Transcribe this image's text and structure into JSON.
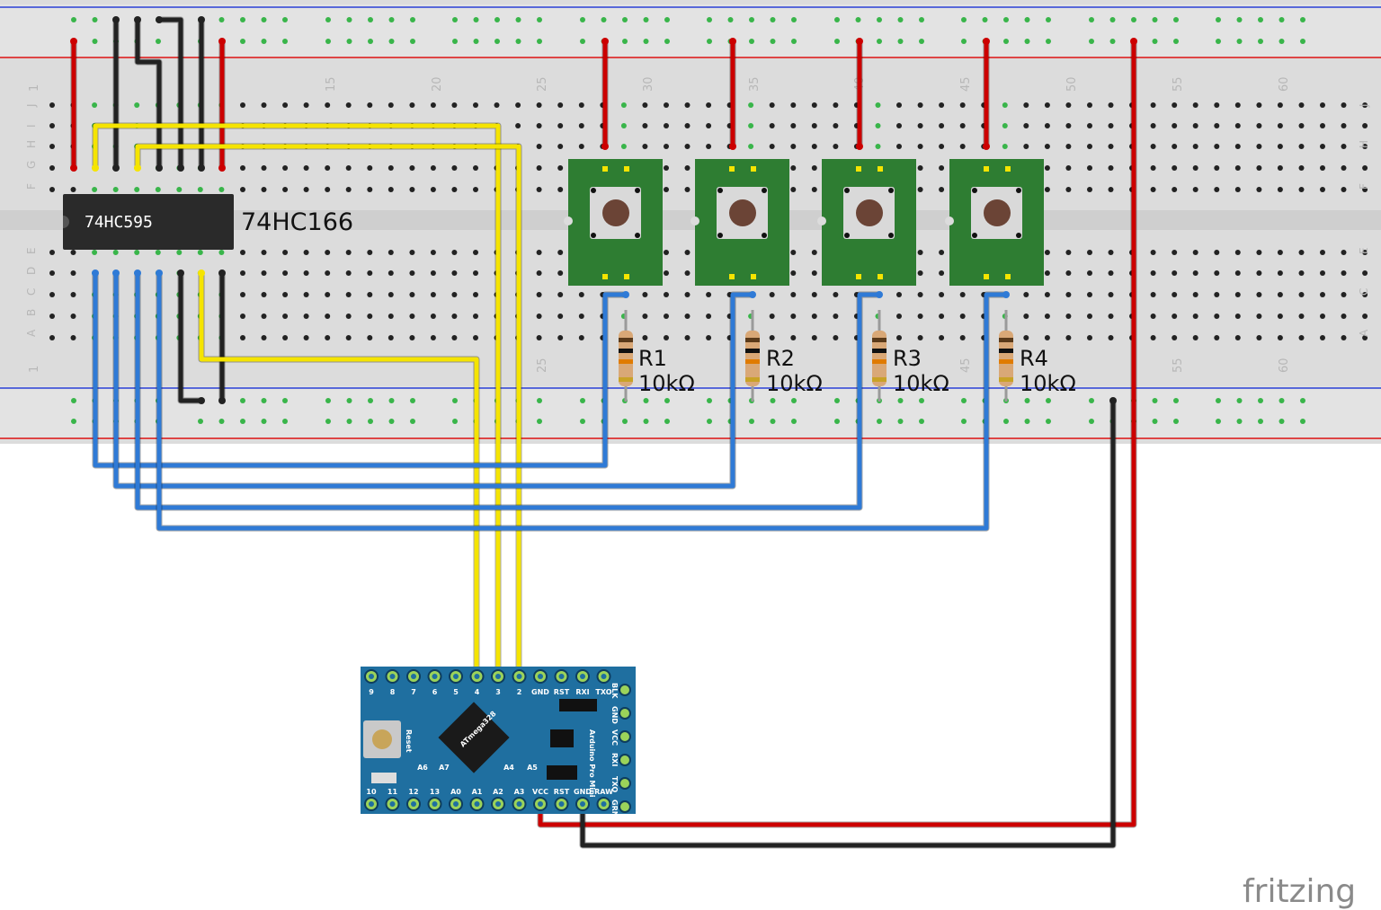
{
  "breadboard": {
    "row_letters_top": [
      "J",
      "I",
      "H",
      "G",
      "F"
    ],
    "row_letters_bottom": [
      "E",
      "D",
      "C",
      "B",
      "A"
    ],
    "column_numbers": [
      "1",
      "15",
      "20",
      "25",
      "30",
      "35",
      "40",
      "45",
      "50",
      "55",
      "60"
    ]
  },
  "chips": {
    "ic_marking": "74HC595",
    "ic_label": "74HC166"
  },
  "resistors": [
    {
      "name": "R1",
      "value": "10kΩ"
    },
    {
      "name": "R2",
      "value": "10kΩ"
    },
    {
      "name": "R3",
      "value": "10kΩ"
    },
    {
      "name": "R4",
      "value": "10kΩ"
    }
  ],
  "arduino": {
    "top_pins": [
      "9",
      "8",
      "7",
      "6",
      "5",
      "4",
      "3",
      "2",
      "GND",
      "RST",
      "RXI",
      "TXO"
    ],
    "bottom_pins": [
      "10",
      "11",
      "12",
      "13",
      "A0",
      "A1",
      "A2",
      "A3",
      "VCC",
      "RST",
      "GND",
      "RAW"
    ],
    "side_pins": [
      "BLK",
      "GND",
      "VCC",
      "RXI",
      "TXO",
      "GRN"
    ],
    "mid_labels": [
      "A6",
      "A7",
      "A4",
      "A5"
    ],
    "reset_label": "Reset",
    "chip_label": "ATmega328",
    "board_name": "Arduino Pro Mini",
    "board_color": "#1f6fa0"
  },
  "brand": "fritzing",
  "colors": {
    "wire_red": "#cc0000",
    "wire_black": "#222222",
    "wire_yellow": "#f5e400",
    "wire_blue": "#2f7ad6",
    "button_board": "#2e7d32"
  }
}
